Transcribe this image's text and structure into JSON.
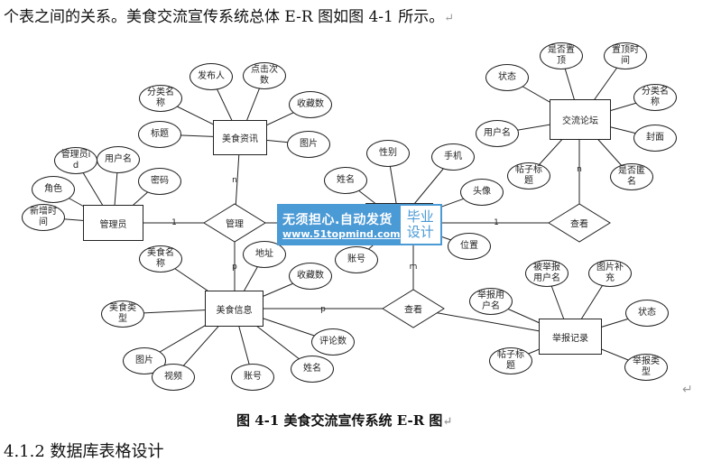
{
  "intro_text": "个表之间的关系。美食交流宣传系统总体 E-R 图如图 4-1 所示。",
  "return_mark": "↵",
  "entities": {
    "food_news": {
      "label": "美食资讯",
      "attrs": [
        "发布人",
        "点击次数",
        "分类名称",
        "收藏数",
        "标题",
        "图片"
      ]
    },
    "admin": {
      "label": "管理员",
      "attrs": [
        "管理员id",
        "用户名",
        "密码",
        "角色",
        "新增时间"
      ]
    },
    "user": {
      "label": "",
      "attrs": [
        "性别",
        "手机",
        "姓名",
        "头像",
        "位置",
        "账号"
      ]
    },
    "forum": {
      "label": "交流论坛",
      "attrs": [
        "状态",
        "是否置顶",
        "置顶时间",
        "分类名称",
        "用户名",
        "封面",
        "帖子标题",
        "是否匿名"
      ]
    },
    "food_info": {
      "label": "美食信息",
      "attrs": [
        "美食名称",
        "地址",
        "收藏数",
        "美食类型",
        "评论数",
        "图片",
        "视频",
        "账号",
        "姓名"
      ]
    },
    "report": {
      "label": "举报记录",
      "attrs": [
        "被举报用户名",
        "图片补充",
        "举报用户名",
        "状态",
        "帖子标题",
        "举报类型"
      ]
    }
  },
  "relationships": {
    "manage": "管理",
    "view_forum": "查看",
    "view_food": "查看"
  },
  "cardinalities": [
    "1",
    "n",
    "p",
    "1",
    "n",
    "m",
    "p"
  ],
  "watermark": {
    "line1": "无须担心.自动发货",
    "line2": "www.51topmind.com",
    "badge": "毕业设计"
  },
  "caption": "图 4-1 美食交流宣传系统 E-R 图",
  "next_heading": "4.1.2  数据库表格设计"
}
